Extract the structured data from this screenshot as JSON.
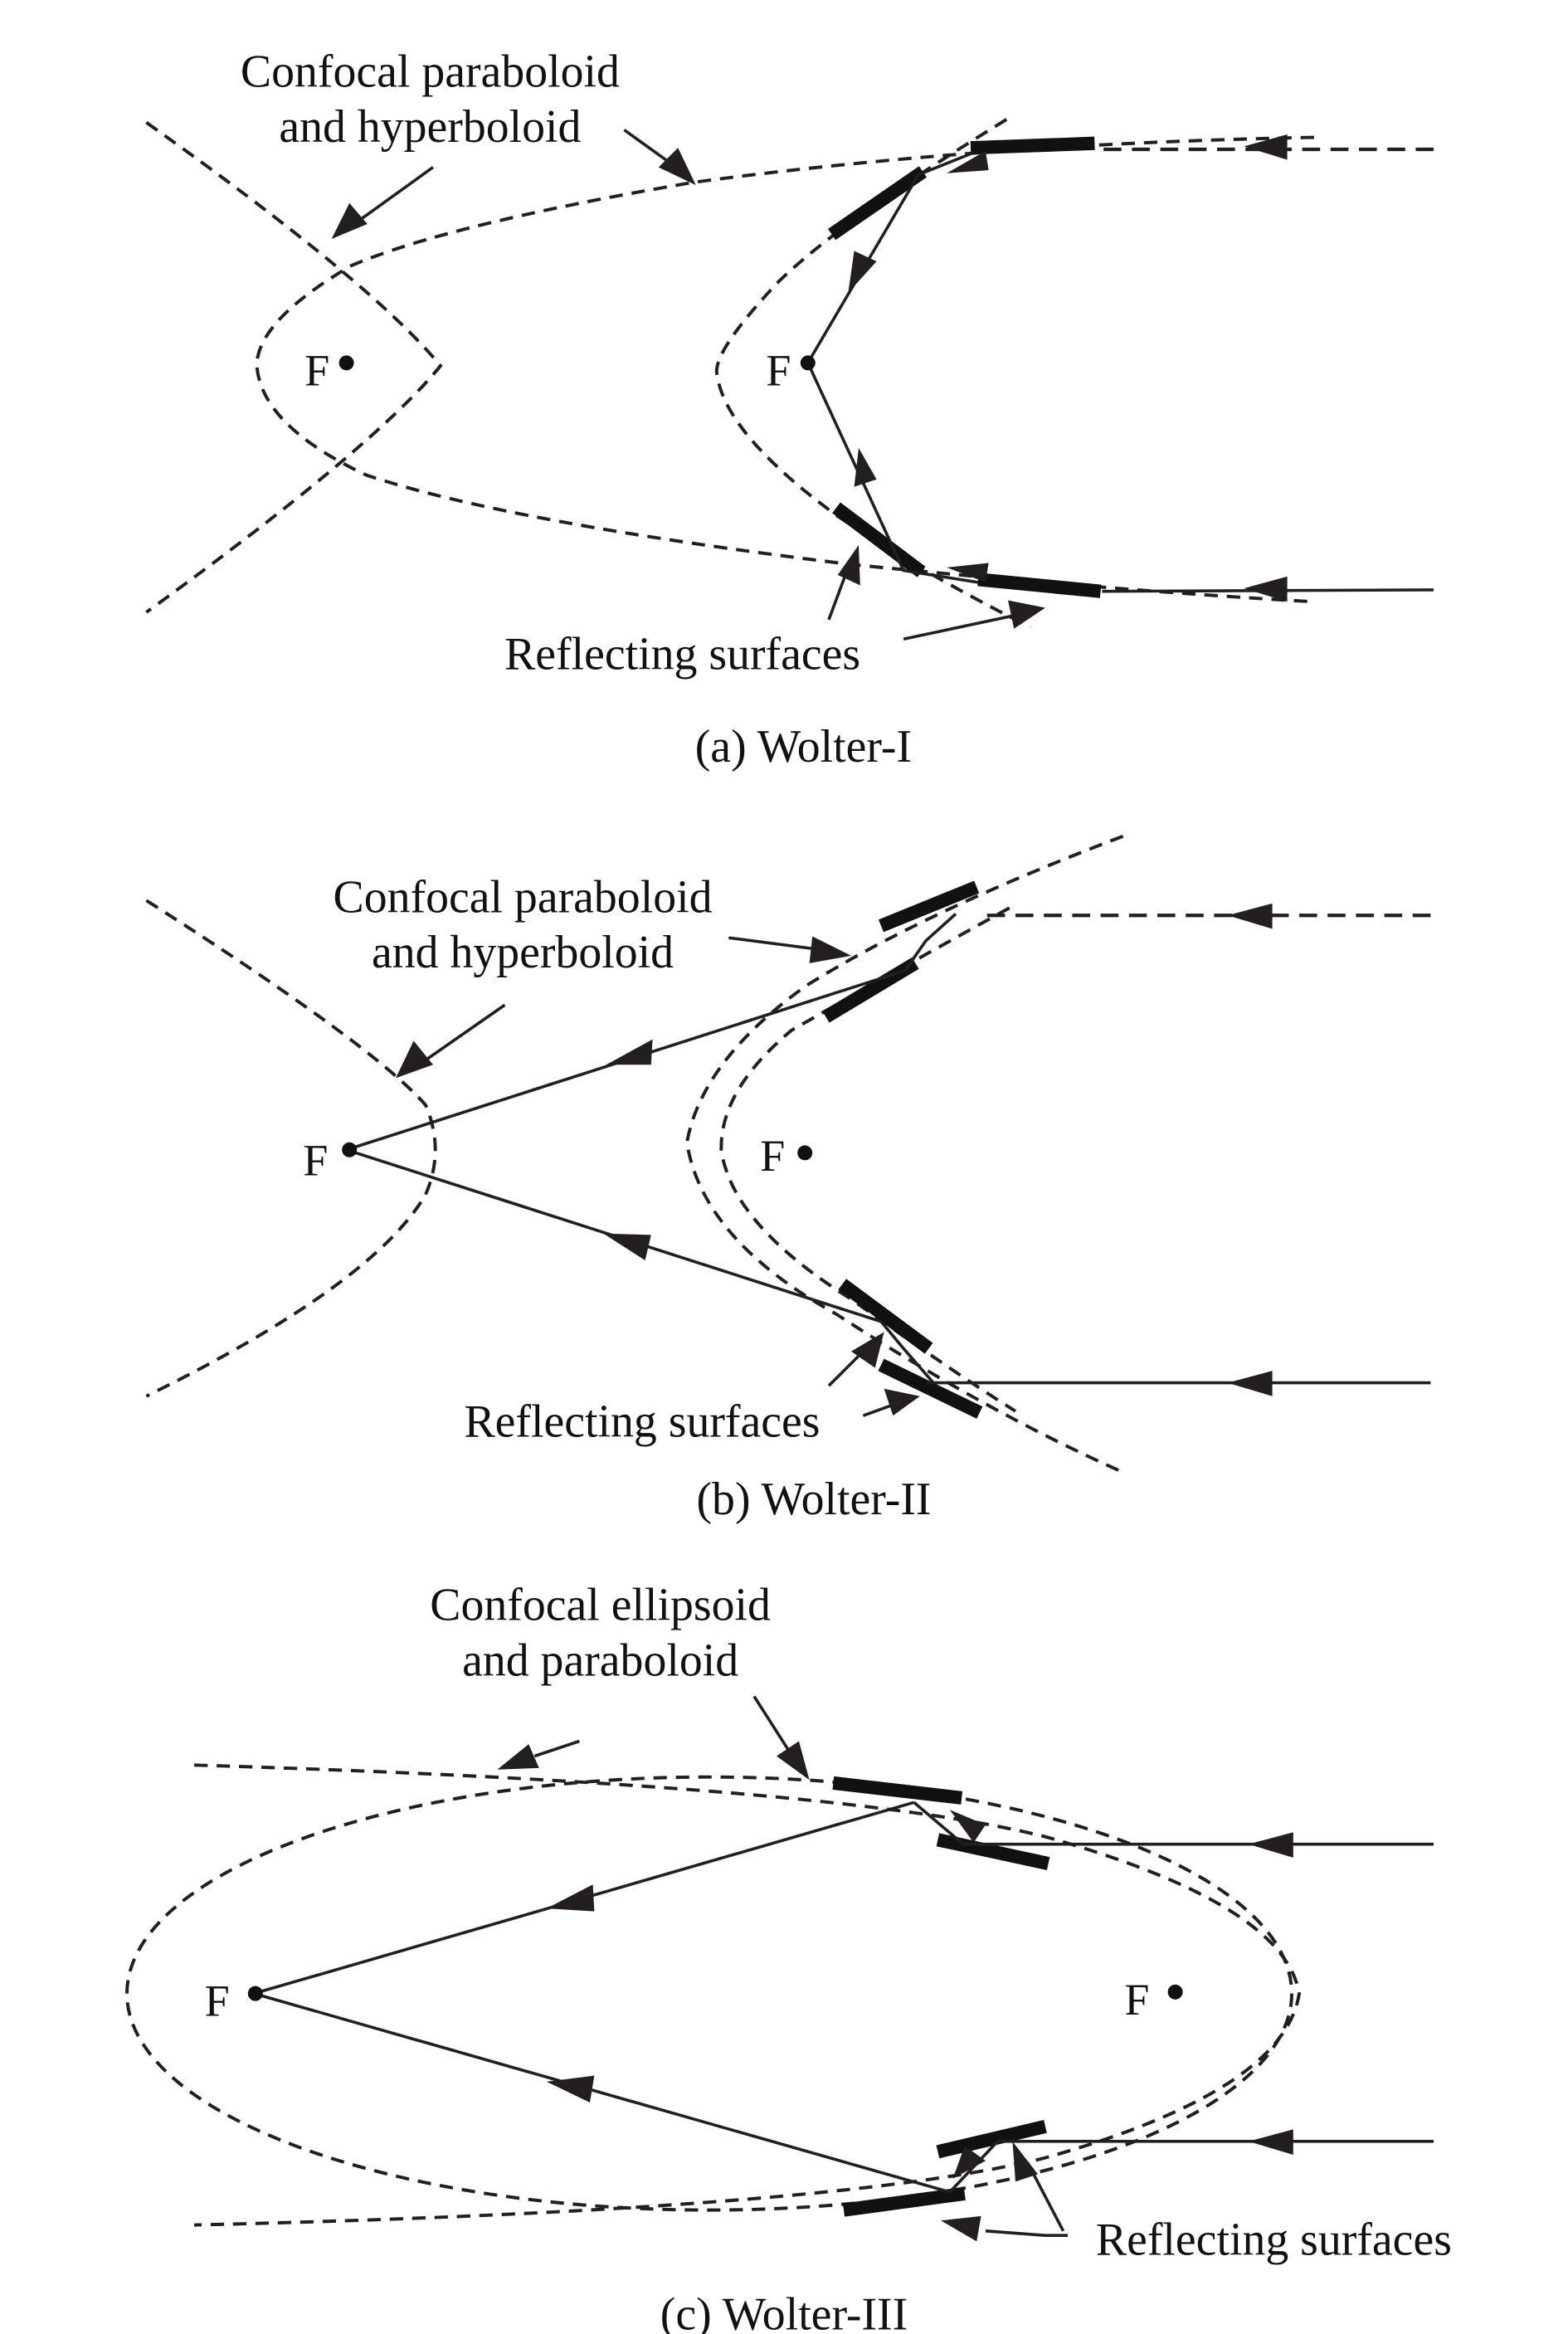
{
  "figure": {
    "panels": [
      {
        "id": "a",
        "caption": "(a) Wolter-I",
        "annotation_top_line1": "Confocal paraboloid",
        "annotation_top_line2": "and hyperboloid",
        "annotation_bottom": "Reflecting surfaces",
        "focus_labels": [
          "F",
          "F"
        ]
      },
      {
        "id": "b",
        "caption": "(b) Wolter-II",
        "annotation_top_line1": "Confocal paraboloid",
        "annotation_top_line2": "and hyperboloid",
        "annotation_bottom": "Reflecting surfaces",
        "focus_labels": [
          "F",
          "F"
        ]
      },
      {
        "id": "c",
        "caption": "(c) Wolter-III",
        "annotation_top_line1": "Confocal ellipsoid",
        "annotation_top_line2": "and paraboloid",
        "annotation_bottom": "Reflecting surfaces",
        "focus_labels": [
          "F",
          "F"
        ]
      }
    ]
  }
}
